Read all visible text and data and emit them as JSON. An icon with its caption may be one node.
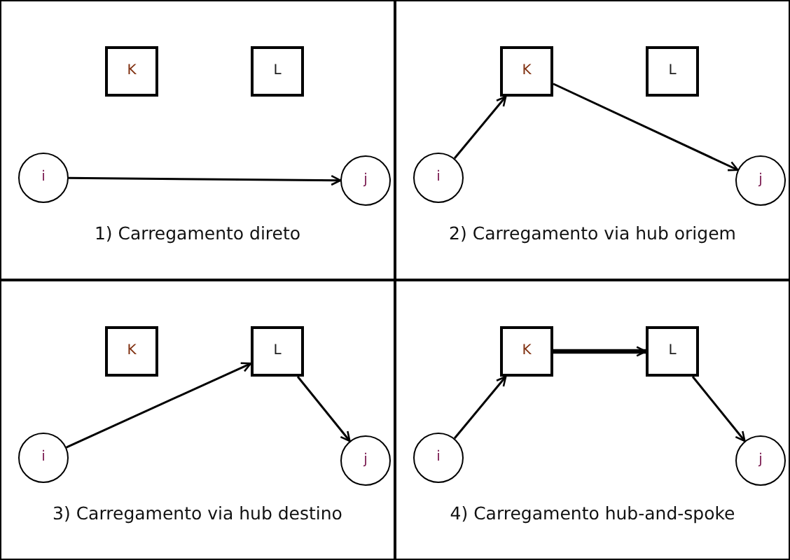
{
  "diagram": {
    "nodes": [
      {
        "text": [
          "1) Carregamento direto"
        ]
      },
      {
        "text": [
          "K"
        ],
        "in": 0
      },
      {
        "text": [
          "L"
        ],
        "in": 0
      },
      {
        "text": [
          "i"
        ],
        "in": 0
      },
      {
        "text": [
          "j"
        ],
        "in": 0
      },
      {
        "text": [
          "2) Carregamento via hub origem"
        ]
      },
      {
        "text": [
          "K"
        ],
        "in": 5
      },
      {
        "text": [
          "L"
        ],
        "in": 5
      },
      {
        "text": [
          "i"
        ],
        "in": 5
      },
      {
        "text": [
          "j"
        ],
        "in": 5
      },
      {
        "text": [
          "3) Carregamento via hub destino"
        ]
      },
      {
        "text": [
          "K"
        ],
        "in": 10
      },
      {
        "text": [
          "L"
        ],
        "in": 10
      },
      {
        "text": [
          "i"
        ],
        "in": 10
      },
      {
        "text": [
          "j"
        ],
        "in": 10
      },
      {
        "text": [
          "4) Carregamento hub-and-spoke"
        ]
      },
      {
        "text": [
          "K"
        ],
        "in": 15
      },
      {
        "text": [
          "L"
        ],
        "in": 15
      },
      {
        "text": [
          "i"
        ],
        "in": 15
      },
      {
        "text": [
          "j"
        ],
        "in": 15
      }
    ],
    "edges": [
      {
        "from": 3,
        "to": 4,
        "arrow": "to"
      },
      {
        "from": 8,
        "to": 6,
        "arrow": "to"
      },
      {
        "from": 6,
        "to": 9,
        "arrow": "to"
      },
      {
        "from": 13,
        "to": 12,
        "arrow": "to"
      },
      {
        "from": 12,
        "to": 14,
        "arrow": "to"
      },
      {
        "from": 18,
        "to": 16,
        "arrow": "to"
      },
      {
        "from": 16,
        "to": 17,
        "arrow": "to",
        "style": "thick"
      },
      {
        "from": 17,
        "to": 19,
        "arrow": "to"
      }
    ]
  }
}
